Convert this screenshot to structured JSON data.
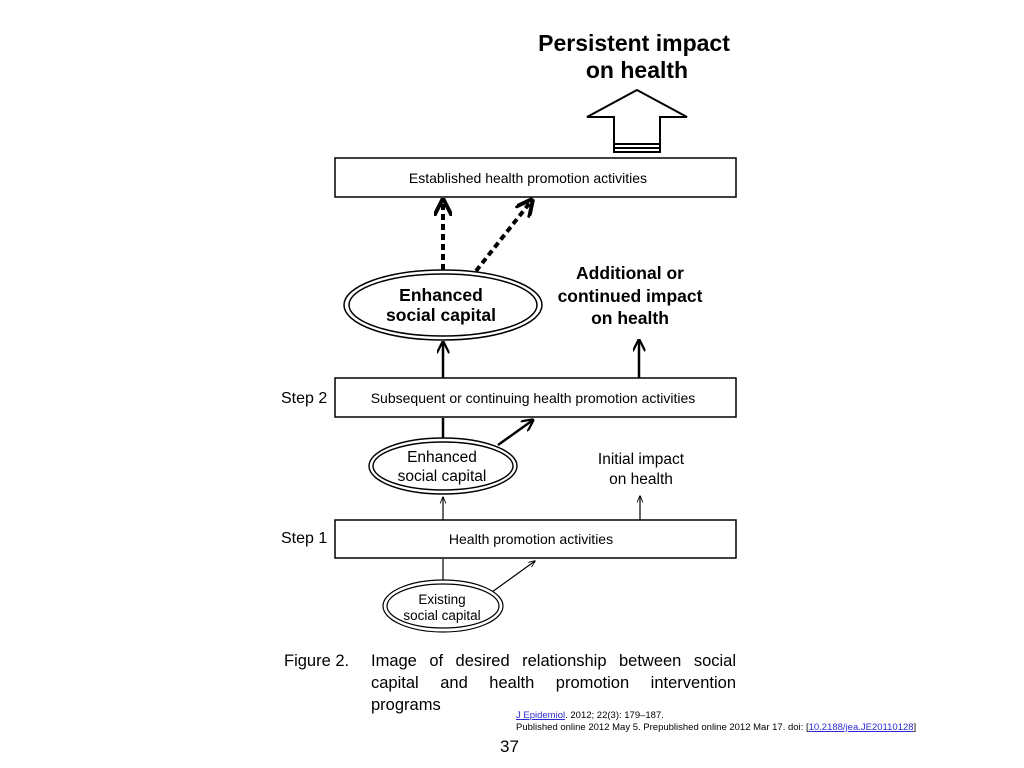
{
  "diagram": {
    "top_title_line1": "Persistent impact",
    "top_title_line2": "on health",
    "established_box": "Established health promotion activities",
    "enhanced_top_line1": "Enhanced",
    "enhanced_top_line2": "social capital",
    "additional_line1": "Additional or",
    "additional_line2": "continued impact",
    "additional_line3": "on health",
    "step2_label": "Step 2",
    "step2_box": "Subsequent or continuing health promotion activities",
    "enhanced_mid_line1": "Enhanced",
    "enhanced_mid_line2": "social capital",
    "initial_line1": "Initial impact",
    "initial_line2": "on health",
    "step1_label": "Step 1",
    "step1_box": "Health promotion activities",
    "existing_line1": "Existing",
    "existing_line2": "social capital"
  },
  "caption": {
    "label": "Figure 2.",
    "text": "Image of desired relationship between social capital and health promotion intervention programs"
  },
  "citation": {
    "journal_link": "J Epidemiol",
    "journal_rest": ". 2012; 22(3): 179–187.",
    "line2_prefix": "Published online 2012 May 5. Prepublished online 2012 Mar 17. doi:  [",
    "doi_link": "10.2188/jea.JE20110128",
    "line2_suffix": "]"
  },
  "slide_number": "37"
}
